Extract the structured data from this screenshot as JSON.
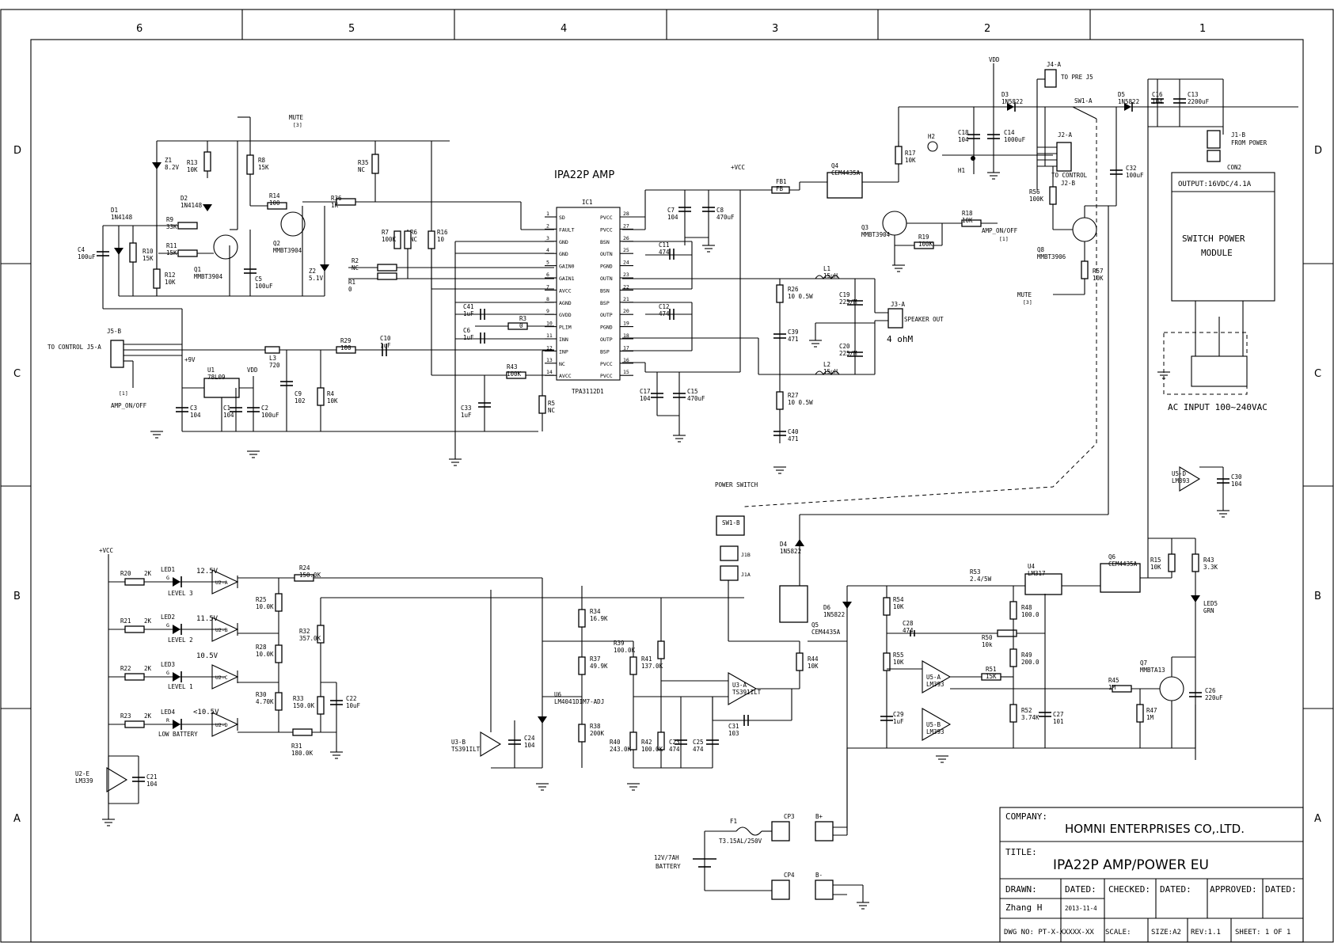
{
  "grid": {
    "columns": [
      "6",
      "5",
      "4",
      "3",
      "2",
      "1"
    ],
    "rows": [
      "D",
      "C",
      "B",
      "A"
    ]
  },
  "title_block": {
    "company_label": "COMPANY:",
    "company": "HOMNI ENTERPRISES CO,.LTD.",
    "title_label": "TITLE:",
    "title": "IPA22P AMP/POWER EU",
    "drawn_label": "DRAWN:",
    "drawn": "Zhang H",
    "dated_label": "DATED:",
    "dated": "2013-11-4",
    "checked_label": "CHECKED:",
    "dated2_label": "DATED:",
    "approved_label": "APPROVED:",
    "dated3_label": "DATED:",
    "dwg": "DWG NO: PT-X-XXXXX-XX",
    "scale": "SCALE:",
    "size": "SIZE:A2",
    "rev": "REV:1.1",
    "sheet": "SHEET:  1 OF 1"
  },
  "amp": {
    "title": "IPA22P AMP",
    "ic_name": "IC1",
    "ic_part": "TPA3112D1",
    "left_pins": [
      {
        "n": "1",
        "name": "SD"
      },
      {
        "n": "2",
        "name": "FAULT"
      },
      {
        "n": "3",
        "name": "GND"
      },
      {
        "n": "4",
        "name": "GND"
      },
      {
        "n": "5",
        "name": "GAIN0"
      },
      {
        "n": "6",
        "name": "GAIN1"
      },
      {
        "n": "7",
        "name": "AVCC"
      },
      {
        "n": "8",
        "name": "AGND"
      },
      {
        "n": "9",
        "name": "GVDD"
      },
      {
        "n": "10",
        "name": "PLIM"
      },
      {
        "n": "11",
        "name": "INN"
      },
      {
        "n": "12",
        "name": "INP"
      },
      {
        "n": "13",
        "name": "NC"
      },
      {
        "n": "14",
        "name": "AVCC"
      }
    ],
    "right_pins": [
      {
        "n": "28",
        "name": "PVCC"
      },
      {
        "n": "27",
        "name": "PVCC"
      },
      {
        "n": "26",
        "name": "BSN"
      },
      {
        "n": "25",
        "name": "OUTN"
      },
      {
        "n": "24",
        "name": "PGND"
      },
      {
        "n": "23",
        "name": "OUTN"
      },
      {
        "n": "22",
        "name": "BSN"
      },
      {
        "n": "21",
        "name": "BSP"
      },
      {
        "n": "20",
        "name": "OUTP"
      },
      {
        "n": "19",
        "name": "PGND"
      },
      {
        "n": "18",
        "name": "OUTP"
      },
      {
        "n": "17",
        "name": "BSP"
      },
      {
        "n": "16",
        "name": "PVCC"
      },
      {
        "n": "15",
        "name": "PVCC"
      }
    ]
  },
  "labels": {
    "mute_top": "MUTE",
    "mute_top_ref": "[3]",
    "mute_right": "MUTE",
    "mute_right_ref": "[3]",
    "vcc_top": "+VCC",
    "vcc_left": "+VCC",
    "vdd_top": "VDD",
    "vdd_u1": "VDD",
    "plus9v": "+9V",
    "to_control_j5a": "TO CONTROL J5-A",
    "j5b": "J5-B",
    "amp_on_off_left": "AMP_ON/OFF",
    "amp_on_off_left_ref": "[1]",
    "amp_on_off_right": "AMP_ON/OFF",
    "amp_on_off_right_ref": "[1]",
    "speaker_out": "SPEAKER OUT",
    "j3a": "J3-A",
    "ohm": "4 ohM",
    "to_pre": "TO PRE J5",
    "j4a": "J4-A",
    "to_control_j2": "TO CONTROL",
    "j2a": "J2-A",
    "j2b": "J2-B",
    "j1b": "J1-B",
    "from_power": "FROM POWER",
    "con2": "CON2",
    "sw1a": "SW1-A",
    "sw1b": "SW1-B",
    "power_switch": "POWER SWITCH",
    "psu_output": "OUTPUT:16VDC/4.1A",
    "psu_line1": "SWITCH POWER",
    "psu_line2": "MODULE",
    "ac_input": "AC INPUT 100~240VAC",
    "battery": "12V/7AH",
    "battery2": "BATTERY",
    "fuse": "F1",
    "fuse_val": "T3.15AL/250V",
    "cp3": "CP3",
    "cp4": "CP4",
    "bplus": "B+",
    "bminus": "B-",
    "j1b2": "J1B",
    "j1a": "J1A",
    "h1": "H1",
    "h2": "H2",
    "level3_v": "12.5V",
    "level2_v": "11.5V",
    "level1_v": "10.5V",
    "low_v": "<10.5V",
    "level3": "LEVEL 3",
    "level2": "LEVEL 2",
    "level1": "LEVEL 1",
    "low_batt": "LOW BATTERY"
  },
  "components": [
    {
      "ref": "Z1",
      "val": "8.2V"
    },
    {
      "ref": "R13",
      "val": "10K"
    },
    {
      "ref": "R8",
      "val": "15K"
    },
    {
      "ref": "R35",
      "val": "NC"
    },
    {
      "ref": "D2",
      "val": "1N4148"
    },
    {
      "ref": "D1",
      "val": "1N4148"
    },
    {
      "ref": "R9",
      "val": "33K"
    },
    {
      "ref": "R11",
      "val": "15K"
    },
    {
      "ref": "R10",
      "val": "15K"
    },
    {
      "ref": "R12",
      "val": "10K"
    },
    {
      "ref": "C4",
      "val": "100uF"
    },
    {
      "ref": "Q1",
      "val": "MMBT3904"
    },
    {
      "ref": "R14",
      "val": "100"
    },
    {
      "ref": "Q2",
      "val": "MMBT3904"
    },
    {
      "ref": "C5",
      "val": "100uF"
    },
    {
      "ref": "Z2",
      "val": "5.1V"
    },
    {
      "ref": "R36",
      "val": "1K"
    },
    {
      "ref": "R7",
      "val": "100K"
    },
    {
      "ref": "R6",
      "val": "NC"
    },
    {
      "ref": "R16",
      "val": "10"
    },
    {
      "ref": "R2",
      "val": "NC"
    },
    {
      "ref": "R1",
      "val": "0"
    },
    {
      "ref": "C41",
      "val": "1uF"
    },
    {
      "ref": "C6",
      "val": "1uF"
    },
    {
      "ref": "R3",
      "val": "0"
    },
    {
      "ref": "R43",
      "val": "100K"
    },
    {
      "ref": "R5",
      "val": "NC"
    },
    {
      "ref": "C33",
      "val": "1uF"
    },
    {
      "ref": "L3",
      "val": "720"
    },
    {
      "ref": "R29",
      "val": "100"
    },
    {
      "ref": "C10",
      "val": "1uF"
    },
    {
      "ref": "C9",
      "val": "102"
    },
    {
      "ref": "R4",
      "val": "10K"
    },
    {
      "ref": "U1",
      "val": "78L09"
    },
    {
      "ref": "C3",
      "val": "104"
    },
    {
      "ref": "C1",
      "val": "104"
    },
    {
      "ref": "C2",
      "val": "100uF"
    },
    {
      "ref": "FB1",
      "val": "FB"
    },
    {
      "ref": "C7",
      "val": "104"
    },
    {
      "ref": "C8",
      "val": "470uF"
    },
    {
      "ref": "C11",
      "val": "474"
    },
    {
      "ref": "C12",
      "val": "474"
    },
    {
      "ref": "C17",
      "val": "104"
    },
    {
      "ref": "C15",
      "val": "470uF"
    },
    {
      "ref": "R26",
      "val": "10 0.5W"
    },
    {
      "ref": "C39",
      "val": "471"
    },
    {
      "ref": "R27",
      "val": "10 0.5W"
    },
    {
      "ref": "C40",
      "val": "471"
    },
    {
      "ref": "L1",
      "val": "15uH"
    },
    {
      "ref": "L2",
      "val": "15uH"
    },
    {
      "ref": "C19",
      "val": "225/M"
    },
    {
      "ref": "C20",
      "val": "225/M"
    },
    {
      "ref": "Q4",
      "val": "CEM4435A"
    },
    {
      "ref": "R17",
      "val": "10K"
    },
    {
      "ref": "Q3",
      "val": "MMBT3904"
    },
    {
      "ref": "R18",
      "val": "10K"
    },
    {
      "ref": "R19",
      "val": "100K"
    },
    {
      "ref": "C18",
      "val": "104"
    },
    {
      "ref": "C14",
      "val": "1000uF"
    },
    {
      "ref": "D3",
      "val": "1N5822"
    },
    {
      "ref": "D5",
      "val": "1N5822"
    },
    {
      "ref": "C16",
      "val": "104"
    },
    {
      "ref": "C13",
      "val": "2200uF"
    },
    {
      "ref": "C32",
      "val": "100uF"
    },
    {
      "ref": "R56",
      "val": "100K"
    },
    {
      "ref": "Q8",
      "val": "MMBT3906"
    },
    {
      "ref": "R57",
      "val": "10K"
    },
    {
      "ref": "U5-D",
      "val": "LM393"
    },
    {
      "ref": "C30",
      "val": "104"
    },
    {
      "ref": "R20",
      "val": "2K"
    },
    {
      "ref": "R21",
      "val": "2K"
    },
    {
      "ref": "R22",
      "val": "2K"
    },
    {
      "ref": "R23",
      "val": "2K"
    },
    {
      "ref": "LED1",
      "val": "G"
    },
    {
      "ref": "LED2",
      "val": "G"
    },
    {
      "ref": "LED3",
      "val": "G"
    },
    {
      "ref": "LED4",
      "val": "R"
    },
    {
      "ref": "R24",
      "val": "150.0K"
    },
    {
      "ref": "R25",
      "val": "10.0K"
    },
    {
      "ref": "R28",
      "val": "10.0K"
    },
    {
      "ref": "R30",
      "val": "4.70K"
    },
    {
      "ref": "R31",
      "val": "180.0K"
    },
    {
      "ref": "R32",
      "val": "357.0K"
    },
    {
      "ref": "R33",
      "val": "150.0K"
    },
    {
      "ref": "C22",
      "val": "10uF"
    },
    {
      "ref": "U2-E",
      "val": "LM339"
    },
    {
      "ref": "C21",
      "val": "104"
    },
    {
      "ref": "U3-B",
      "val": "TS391ILT"
    },
    {
      "ref": "C24",
      "val": "104"
    },
    {
      "ref": "U6",
      "val": "LM4041DIM7-ADJ"
    },
    {
      "ref": "R34",
      "val": "16.9K"
    },
    {
      "ref": "R37",
      "val": "49.9K"
    },
    {
      "ref": "R38",
      "val": "200K"
    },
    {
      "ref": "R39",
      "val": "100.0K"
    },
    {
      "ref": "R40",
      "val": "243.0K"
    },
    {
      "ref": "R41",
      "val": "137.0K"
    },
    {
      "ref": "R42",
      "val": "100.0K"
    },
    {
      "ref": "C23",
      "val": "474"
    },
    {
      "ref": "C25",
      "val": "474"
    },
    {
      "ref": "U3-A",
      "val": "TS391ILT"
    },
    {
      "ref": "C31",
      "val": "103"
    },
    {
      "ref": "R44",
      "val": "10K"
    },
    {
      "ref": "Q5",
      "val": "CEM4435A"
    },
    {
      "ref": "D4",
      "val": "1N5822"
    },
    {
      "ref": "D6",
      "val": "1N5822"
    },
    {
      "ref": "R53",
      "val": "2.4/5W"
    },
    {
      "ref": "U4",
      "val": "LM317"
    },
    {
      "ref": "Q6",
      "val": "CEM4435A"
    },
    {
      "ref": "R15",
      "val": "10K"
    },
    {
      "ref": "R43b",
      "val": "3.3K"
    },
    {
      "ref": "LED5",
      "val": "GRN"
    },
    {
      "ref": "R54",
      "val": "10K"
    },
    {
      "ref": "C28",
      "val": "474"
    },
    {
      "ref": "R50",
      "val": "10k"
    },
    {
      "ref": "R48",
      "val": "100.0"
    },
    {
      "ref": "R55",
      "val": "10K"
    },
    {
      "ref": "R49",
      "val": "200.0"
    },
    {
      "ref": "U5-A",
      "val": "LM393"
    },
    {
      "ref": "R51",
      "val": "15K"
    },
    {
      "ref": "R45",
      "val": "1M"
    },
    {
      "ref": "Q7",
      "val": "MMBTA13"
    },
    {
      "ref": "C26",
      "val": "220uF"
    },
    {
      "ref": "R47",
      "val": "1M"
    },
    {
      "ref": "C29",
      "val": "1uF"
    },
    {
      "ref": "U5-B",
      "val": "LM393"
    },
    {
      "ref": "R52",
      "val": "3.74K"
    },
    {
      "ref": "C27",
      "val": "101"
    }
  ]
}
